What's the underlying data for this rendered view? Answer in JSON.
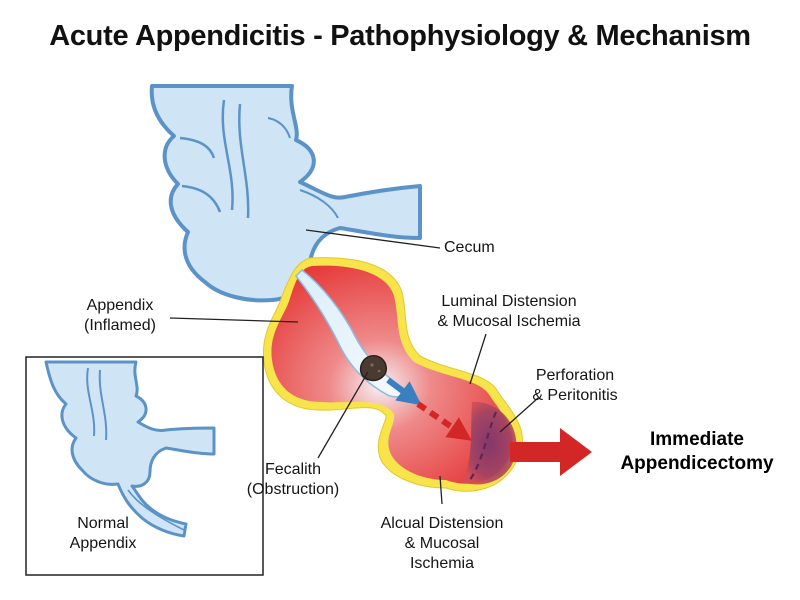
{
  "title": "Acute Appendicitis - Pathophysiology & Mechanism",
  "labels": {
    "cecum": "Cecum",
    "appendix": [
      "Appendix",
      "(Inflamed)"
    ],
    "luminal": [
      "Luminal Distension",
      "& Mucosal Ischemia"
    ],
    "perforation": [
      "Perforation",
      "& Peritonitis"
    ],
    "outcome": [
      "Immediate",
      "Appendicectomy"
    ],
    "fecalith": [
      "Fecalith",
      "(Obstruction)"
    ],
    "alcual": [
      "Alcual Distension",
      "& Mucosal",
      "Ischemia"
    ],
    "normal": [
      "Normal",
      "Appendix"
    ]
  },
  "colors": {
    "bowel_fill": "#cfe4f5",
    "bowel_outline": "#5b93c9",
    "inflamed_red": "#e63b3b",
    "halo_yellow": "#f7e34a",
    "perforation_purple": "#7b3a6b",
    "arrow_red": "#d32626",
    "arrow_blue": "#3a7fc0"
  }
}
